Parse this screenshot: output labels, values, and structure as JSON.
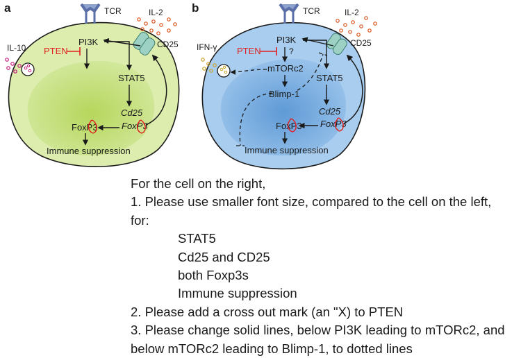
{
  "panel_a": {
    "letter": "a",
    "tcr": "TCR",
    "il2": "IL-2",
    "cd25": "CD25",
    "il10": "IL-10",
    "pi3k": "PI3K",
    "pten": "PTEN",
    "stat5": "STAT5",
    "cd25_gene": "Cd25",
    "foxp3_gene": "FoxP3",
    "foxp3_protein": "FoxP3",
    "immune_suppression": "Immune suppression"
  },
  "panel_b": {
    "letter": "b",
    "tcr": "TCR",
    "il2": "IL-2",
    "cd25": "CD25",
    "ifn": "IFN-γ",
    "pi3k": "PI3K",
    "pten": "PTEN",
    "question": "?",
    "mtorc2": "mTORc2",
    "blimp1": "Blimp-1",
    "stat5": "STAT5",
    "cd25_gene": "Cd25",
    "foxp3_gene": "FoxP3",
    "foxp3_protein": "FoxP3",
    "immune_suppression": "Immune suppression"
  },
  "colors": {
    "cell_a_outer": "#d8eaa4",
    "cell_a_nucleus": "#c3dd72",
    "cell_b_outer": "#a9cdef",
    "cell_b_nucleus": "#7fb0e0",
    "pten_red": "#e02020",
    "receptor_blue": "#8fa3cf",
    "cd25_teal": "#9dd1c4"
  },
  "notes": {
    "intro": "For the cell on the right,",
    "item1": "1.  Please use smaller font size, compared to the cell on the left,",
    "item1_cont": "for:",
    "sub1": "STAT5",
    "sub2": "Cd25 and CD25",
    "sub3": "both Foxp3s",
    "sub4": "Immune suppression",
    "item2": "2.  Please add a cross out mark (an \"X) to PTEN",
    "item3": "3.  Please change solid lines, below PI3K leading to mTORc2, and",
    "item3_cont": "below mTORc2 leading to Blimp-1, to dotted lines"
  }
}
